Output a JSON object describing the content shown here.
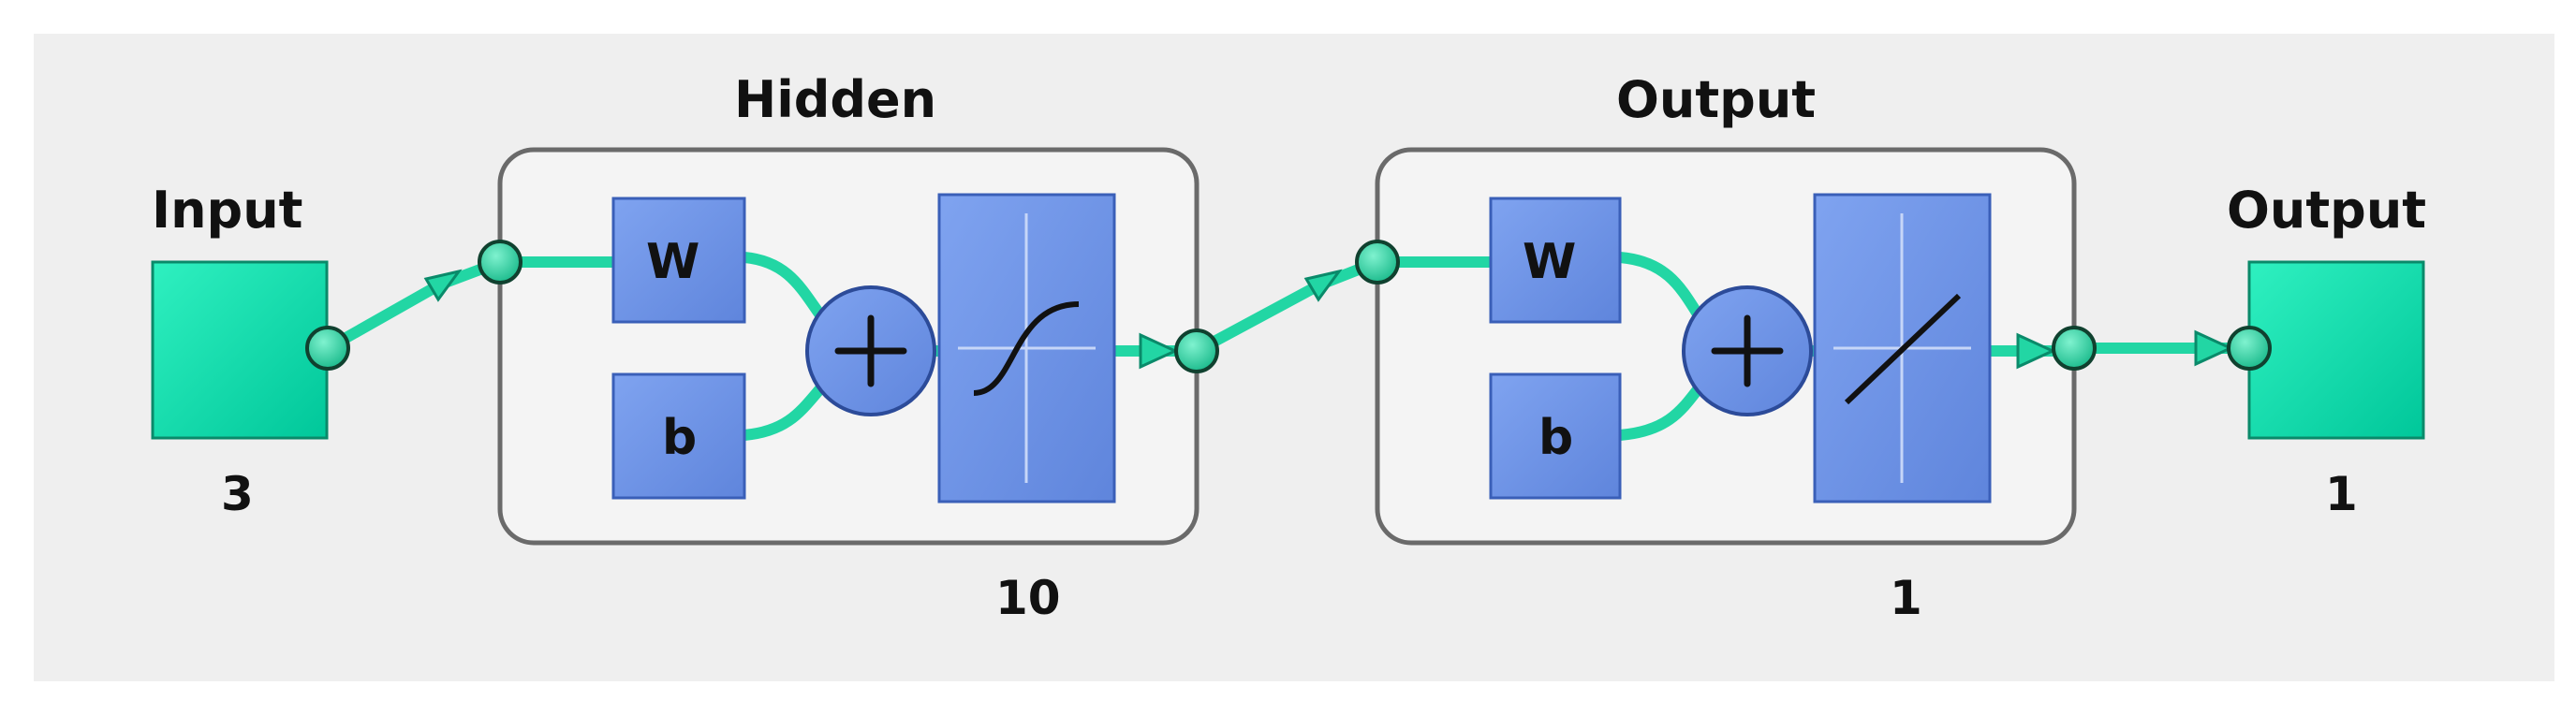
{
  "input": {
    "label": "Input",
    "size": "3"
  },
  "hidden_layer": {
    "title": "Hidden",
    "weight_label": "W",
    "bias_label": "b",
    "sum_symbol": "+",
    "transfer": "sigmoid",
    "size": "10"
  },
  "output_layer": {
    "title": "Output",
    "weight_label": "W",
    "bias_label": "b",
    "sum_symbol": "+",
    "transfer": "linear",
    "size": "1"
  },
  "output": {
    "label": "Output",
    "size": "1"
  },
  "colors": {
    "io_box": "#00dcaa",
    "block": "#6f94e6",
    "wire": "#22d6a4",
    "frame": "#f4f4f4",
    "background": "#efefef"
  }
}
